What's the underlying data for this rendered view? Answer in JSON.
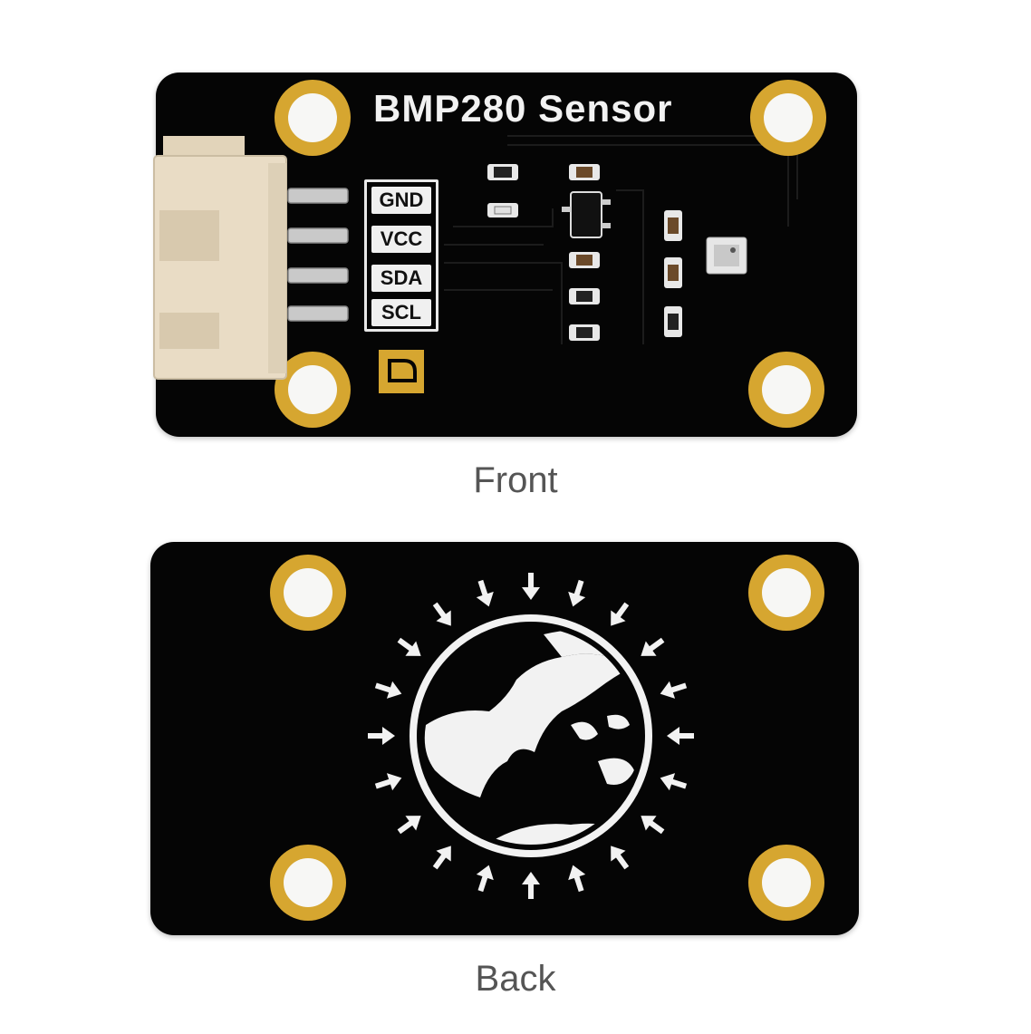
{
  "front": {
    "title": "BMP280 Sensor",
    "pins": [
      "GND",
      "VCC",
      "SDA",
      "SCL"
    ],
    "logo_letter": "D",
    "caption": "Front"
  },
  "back": {
    "caption": "Back"
  },
  "colors": {
    "pcb": "#050505",
    "gold": "#d6a630",
    "silkscreen": "#f0f0f0",
    "connector": "#e9dcc5"
  }
}
